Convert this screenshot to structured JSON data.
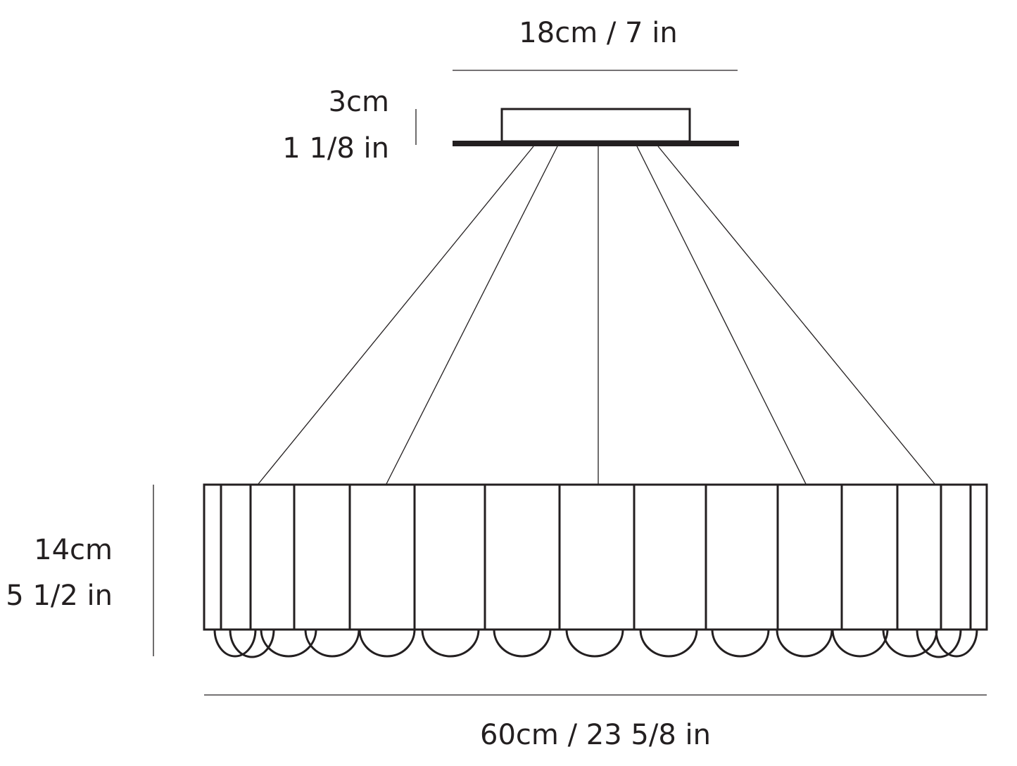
{
  "dimensions": {
    "canopy_width": "18cm / 7 in",
    "canopy_height_cm": "3cm",
    "canopy_height_in": "1 1/8 in",
    "shade_height_cm": "14cm",
    "shade_height_in": "5 1/2 in",
    "overall_width": "60cm / 23 5/8 in"
  },
  "colors": {
    "line": "#231f20",
    "background": "#ffffff"
  }
}
